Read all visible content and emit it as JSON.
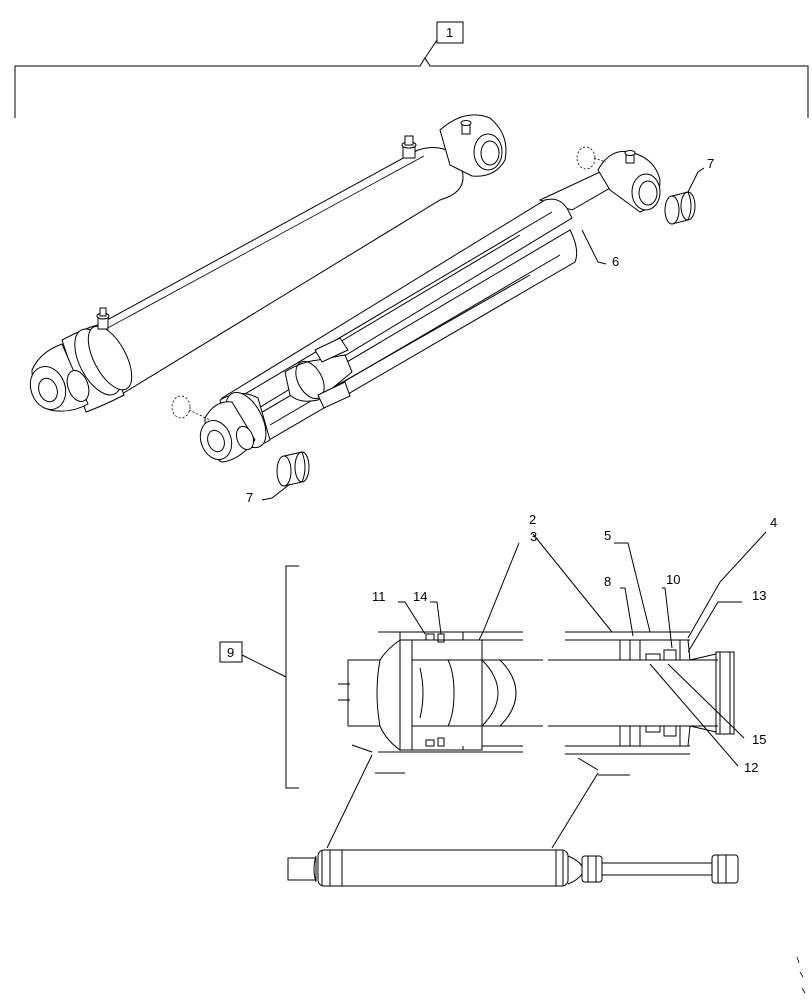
{
  "callouts": {
    "assembly": "1",
    "rod_tube": "2",
    "rod": "3",
    "rod_seal": "4",
    "wiper": "5",
    "rod_assembly": "6",
    "bushing_right": "7",
    "bushing_left": "7",
    "backup_ring": "8",
    "seal_kit": "9",
    "o_ring_head": "10",
    "piston_seal": "11",
    "wear_ring": "12",
    "head_o_ring": "13",
    "piston_ring": "14",
    "gland_seal": "15"
  }
}
